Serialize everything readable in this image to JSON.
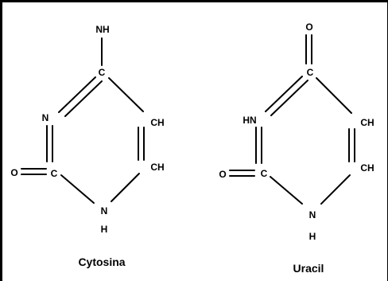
{
  "cytosine": {
    "top_group": "NH",
    "c_top": "C",
    "n_left": "N",
    "ch_upper": "CH",
    "ch_lower": "CH",
    "carbonyl_o": "O",
    "c_carbonyl": "C",
    "nh_n": "N",
    "nh_h": "H",
    "name": "Cytosina"
  },
  "uracil": {
    "top_o": "O",
    "c_top": "C",
    "hn_left": "HN",
    "ch_upper": "CH",
    "ch_lower": "CH",
    "carbonyl_o": "O",
    "c_carbonyl": "C",
    "nh_n": "N",
    "nh_h": "H",
    "name": "Uracil"
  }
}
